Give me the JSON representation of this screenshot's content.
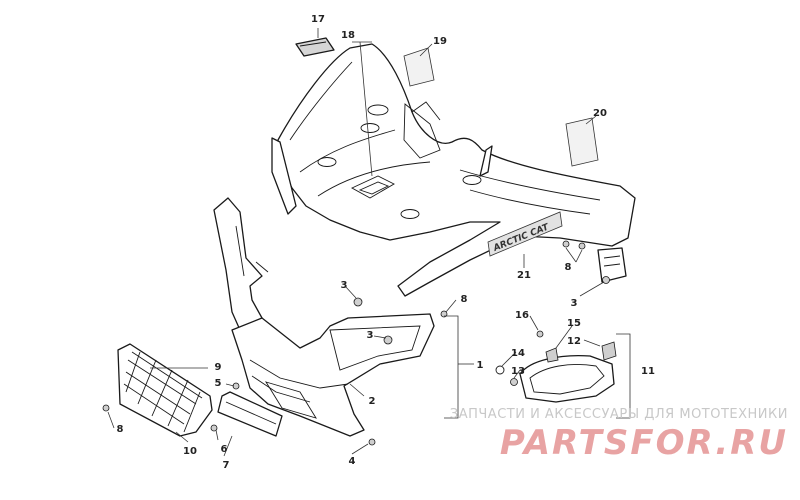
{
  "callouts": [
    {
      "id": "c1",
      "number": "1"
    },
    {
      "id": "c2",
      "number": "2"
    },
    {
      "id": "c3a",
      "number": "3"
    },
    {
      "id": "c3b",
      "number": "3"
    },
    {
      "id": "c3c",
      "number": "3"
    },
    {
      "id": "c4",
      "number": "4"
    },
    {
      "id": "c5",
      "number": "5"
    },
    {
      "id": "c6",
      "number": "6"
    },
    {
      "id": "c7",
      "number": "7"
    },
    {
      "id": "c8a",
      "number": "8"
    },
    {
      "id": "c8b",
      "number": "8"
    },
    {
      "id": "c8c",
      "number": "8"
    },
    {
      "id": "c9",
      "number": "9"
    },
    {
      "id": "c10",
      "number": "10"
    },
    {
      "id": "c11",
      "number": "11"
    },
    {
      "id": "c12",
      "number": "12"
    },
    {
      "id": "c13",
      "number": "13"
    },
    {
      "id": "c14",
      "number": "14"
    },
    {
      "id": "c15",
      "number": "15"
    },
    {
      "id": "c16",
      "number": "16"
    },
    {
      "id": "c17",
      "number": "17"
    },
    {
      "id": "c18",
      "number": "18"
    },
    {
      "id": "c19",
      "number": "19"
    },
    {
      "id": "c20",
      "number": "20"
    },
    {
      "id": "c21",
      "number": "21"
    }
  ],
  "decal_text": "ARCTIC CAT",
  "watermark": {
    "tagline": "ЗАПЧАСТИ И АКСЕССУАРЫ ДЛЯ МОТОТЕХНИКИ",
    "brand": "PARTSFOR.RU"
  }
}
